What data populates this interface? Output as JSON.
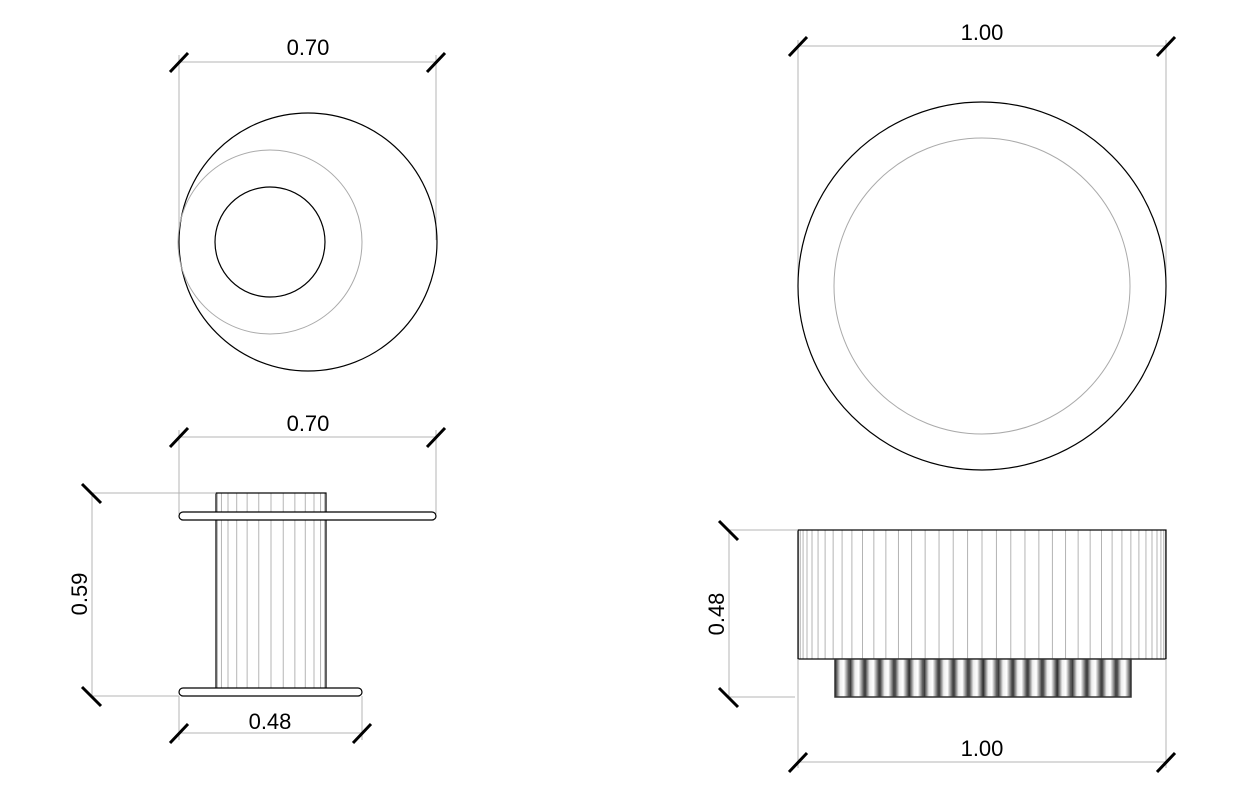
{
  "drawing": {
    "left_top_view": {
      "width_label": "0.70"
    },
    "left_side_view": {
      "width_label": "0.70",
      "height_label": "0.59",
      "base_label": "0.48"
    },
    "right_top_view": {
      "width_label": "1.00"
    },
    "right_side_view": {
      "height_label": "0.48",
      "width_label": "1.00"
    }
  },
  "colors": {
    "line": "#000000",
    "dimension": "#b4b4b4"
  }
}
